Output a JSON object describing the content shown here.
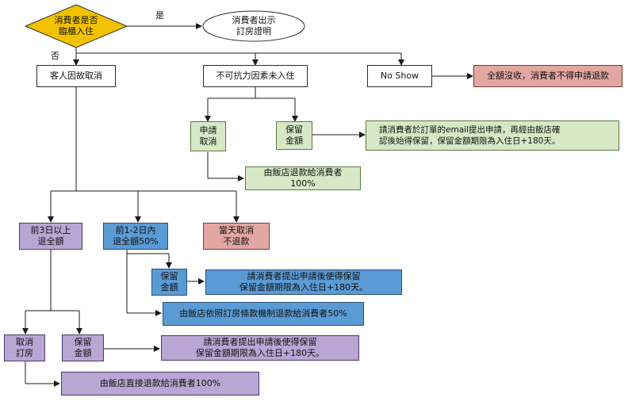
{
  "nodes": {
    "decision": "消費者是否\n臨櫃入住",
    "show_contract": "消費者出示\n訂房證明",
    "cancel": "客人因故取消",
    "force_majeure": "不可抗力因素未入住",
    "no_show": "No Show",
    "no_show_result": "全額沒收，消費者不得申請退款",
    "fm_apply_refund": "申請\n取消",
    "fm_keep": "保留\n金額",
    "fm_keep_note": "請消費者於訂單的email提出申請，再經由飯店確\n認後始得保留，保留金額期限為入住日+180天。",
    "fm_refund_100": "由飯店退款給消費者\n100%",
    "d3_full": "前3日以上\n退全額",
    "d12_half": "前1-2日內\n退全額50%",
    "same_day": "當天取消\n不退款",
    "d12_keep": "保留\n金額",
    "d12_keep_note": "請消費者提出申請後使得保留\n保留金額期限為入住日+180天。",
    "d12_refund_50": "由飯店依照訂房條款機制退款給消費者50%",
    "d3_cancel": "取消\n訂房",
    "d3_keep": "保留\n金額",
    "d3_keep_note": "請消費者提出申請後使得保留\n保留金額期限為入住日+180天。",
    "d3_refund_100": "由飯店直接退款給消費者100%"
  },
  "labels": {
    "yes": "是",
    "no": "否"
  },
  "colors": {
    "decision_fill": "#f2c200",
    "green": "#d6e9c6",
    "purple": "#b9a6d4",
    "blue": "#5b9bd5",
    "red": "#e3a7a2",
    "line": "#1a1a1a"
  }
}
